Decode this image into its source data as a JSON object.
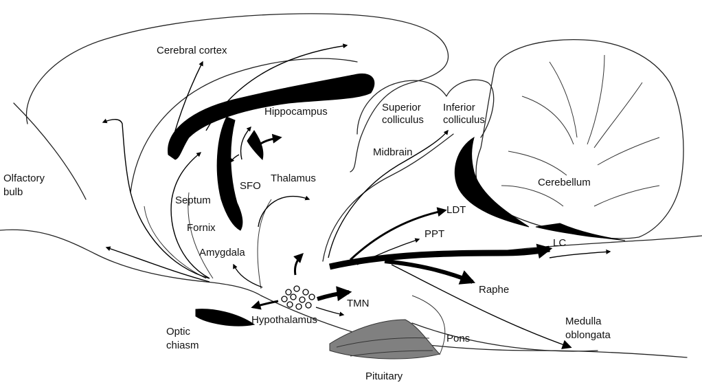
{
  "labels": {
    "cerebral_cortex": "Cerebral  cortex",
    "hippocampus": "Hippocampus",
    "superior_colliculus_line1": "Superior",
    "superior_colliculus_line2": "colliculus",
    "inferior_colliculus_line1": "Inferior",
    "inferior_colliculus_line2": "colliculus",
    "midbrain": "Midbrain",
    "olfactory_bulb_line1": "Olfactory",
    "olfactory_bulb_line2": "bulb",
    "thalamus": "Thalamus",
    "sfo": "SFO",
    "septum": "Septum",
    "fornix": "Fornix",
    "cerebellum": "Cerebellum",
    "ldt": "LDT",
    "ppt": "PPT",
    "lc": "LC",
    "amygdala": "Amygdala",
    "raphe": "Raphe",
    "tmn": "TMN",
    "hypothalamus": "Hypothalamus",
    "optic_chiasm_line1": "Optic",
    "optic_chiasm_line2": "chiasm",
    "medulla_line1": "Medulla",
    "medulla_line2": "oblongata",
    "pons": "Pons",
    "pituitary": "Pituitary"
  },
  "colors": {
    "line": "#222222",
    "filled_structure": "#000000",
    "pituitary": "#808080",
    "background": "#ffffff"
  }
}
